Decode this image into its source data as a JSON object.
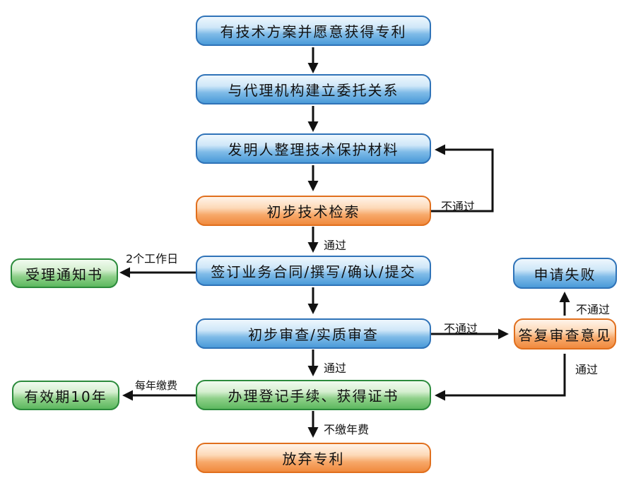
{
  "nodes": {
    "n1": "有技术方案并愿意获得专利",
    "n2": "与代理机构建立委托关系",
    "n3": "发明人整理技术保护材料",
    "n4": "初步技术检索",
    "n5": "签订业务合同/撰写/确认/提交",
    "n6": "受理通知书",
    "n7": "初步审查/实质审查",
    "n8": "答复审查意见",
    "n9": "申请失败",
    "n10": "办理登记手续、获得证书",
    "n11": "有效期10年",
    "n12": "放弃专利"
  },
  "edge_labels": {
    "search_fail": "不通过",
    "search_pass": "通过",
    "two_days": "2个工作日",
    "exam_fail": "不通过",
    "reply_fail": "不通过",
    "reply_pass": "通过",
    "exam_pass": "通过",
    "annual_fee": "每年缴费",
    "no_fee": "不缴年费"
  },
  "colors": {
    "blue_node": "#4a9ad8",
    "orange_node": "#f08a3e",
    "green_node": "#5cb85e",
    "arrow": "#111111"
  }
}
